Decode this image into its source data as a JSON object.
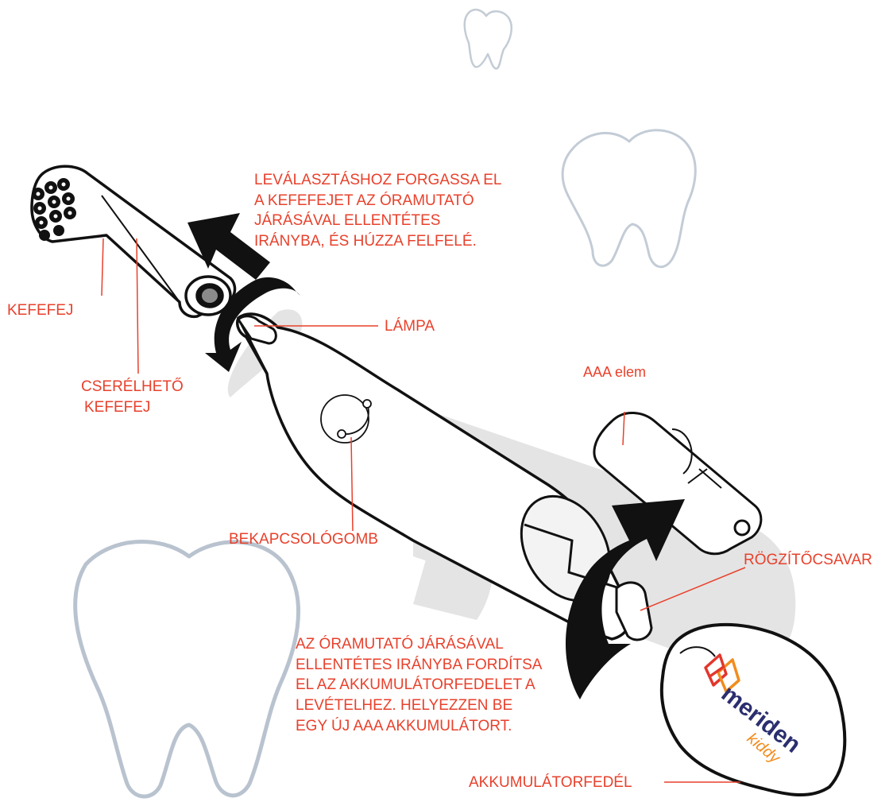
{
  "colors": {
    "label": "#e8412c",
    "outline": "#111111",
    "shadow": "#e2e2e2",
    "tooth": "#b9c3cf",
    "brand_navy": "#2b2f6f",
    "brand_orange": "#f28c1c",
    "brand_red": "#e2362c"
  },
  "labels": {
    "detach_instruction": [
      "LEVÁLASZTÁSHOZ FORGASSA EL",
      "A KEFEFEJET AZ ÓRAMUTATÓ",
      "JÁRÁSÁVAL ELLENTÉTES",
      "IRÁNYBA, ÉS HÚZZA FELFELÉ."
    ],
    "brush_head": "KEFEFEJ",
    "replaceable_head": [
      "CSERÉLHETŐ",
      "KEFEFEJ"
    ],
    "lamp": "LÁMPA",
    "battery": "AAA elem",
    "power_button": "BEKAPCSOLÓGOMB",
    "screw": "RÖGZÍTŐCSAVAR",
    "cover_instruction": [
      "AZ ÓRAMUTATÓ JÁRÁSÁVAL",
      "ELLENTÉTES IRÁNYBA FORDÍTSA",
      "EL AZ AKKUMULÁTORFEDELET A",
      "LEVÉTELHEZ. HELYEZZEN BE",
      "EGY ÚJ AAA AKKUMULÁTORT."
    ],
    "battery_cover": "AKKUMULÁTORFEDÉL"
  },
  "brand": {
    "name": "meriden",
    "sub": "kiddy"
  },
  "icons": [
    "tooth-icon",
    "rotate-arrow-icon",
    "up-arrow-icon"
  ]
}
